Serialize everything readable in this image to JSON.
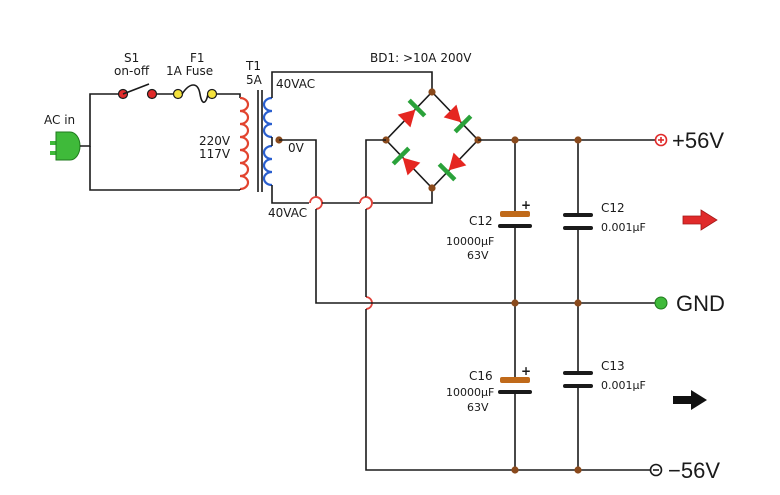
{
  "labels": {
    "ac_in": "AC in",
    "switch_ref": "S1",
    "switch_desc": "on-off",
    "fuse_ref": "F1",
    "fuse_desc": "1A Fuse",
    "transformer_ref": "T1",
    "transformer_rating": "5A",
    "primary_v1": "220V",
    "primary_v2": "117V",
    "secondary_top": "40VAC",
    "center_tap": "0V",
    "secondary_bottom": "40VAC",
    "bridge": "BD1: >10A 200V",
    "c12_elec_ref": "C12",
    "c12_elec_cap": "10000µF",
    "c12_elec_volt": "63V",
    "c12_film_ref": "C12",
    "c12_film_cap": "0.001µF",
    "c16_elec_ref": "C16",
    "c16_elec_cap": "10000µF",
    "c16_elec_volt": "63V",
    "c13_film_ref": "C13",
    "c13_film_cap": "0.001µF",
    "plus_sign": "+",
    "rail_positive": "+56V",
    "rail_ground": "GND",
    "rail_negative": "−56V"
  },
  "colors": {
    "wire": "#1a1a1a",
    "node": "#8a4a1c",
    "primary_coil": "#e2442f",
    "secondary_coil": "#2a5fcf",
    "diode_body": "#e52620",
    "diode_bar": "#2aa23a",
    "plug": "#3fba3a",
    "switch_contact": "#e02a2a",
    "fuse_contact": "#f4e23c",
    "cap_body": "#c06a1a",
    "ground_terminal": "#3fba3a",
    "arrow_positive": "#e02a2a",
    "arrow_negative": "#111111"
  },
  "icons": {
    "plug": "ac-plug-icon",
    "arrow_positive": "arrow-right-red-icon",
    "arrow_negative": "arrow-right-black-icon"
  }
}
